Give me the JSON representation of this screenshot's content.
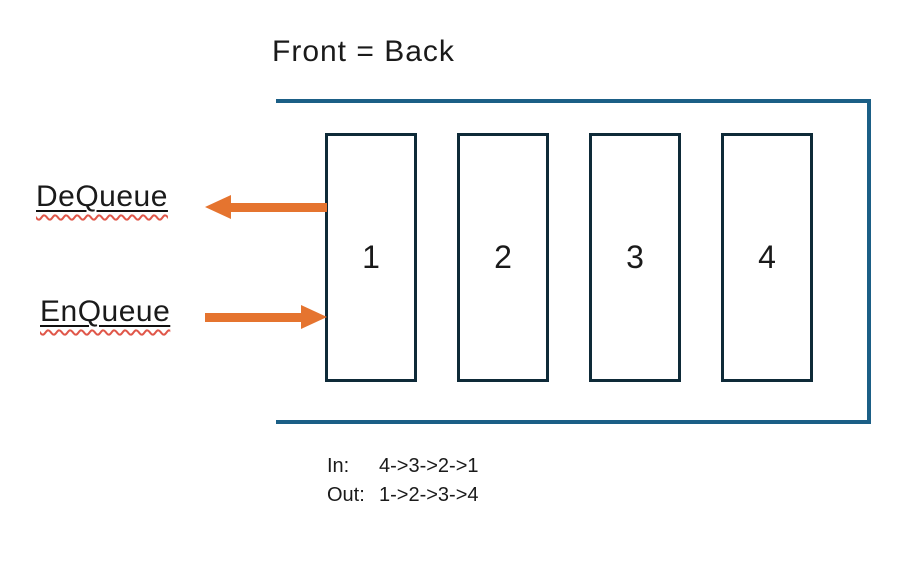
{
  "title": "Front = Back",
  "labels": {
    "dequeue": "DeQueue",
    "enqueue": "EnQueue"
  },
  "queue": {
    "cells": [
      "1",
      "2",
      "3",
      "4"
    ]
  },
  "legend": {
    "in_label": "In:",
    "in_value": "4->3->2->1",
    "out_label": "Out:",
    "out_value": "1->2->3->4"
  },
  "icons": {
    "dequeue_arrow": "arrow-left",
    "enqueue_arrow": "arrow-right"
  },
  "colors": {
    "container_border": "#1b5f86",
    "cell_border": "#0e2a38",
    "arrow_orange": "#e5742f",
    "spellcheck_red": "#e0574a",
    "text": "#1a1a1a",
    "background": "#ffffff"
  }
}
